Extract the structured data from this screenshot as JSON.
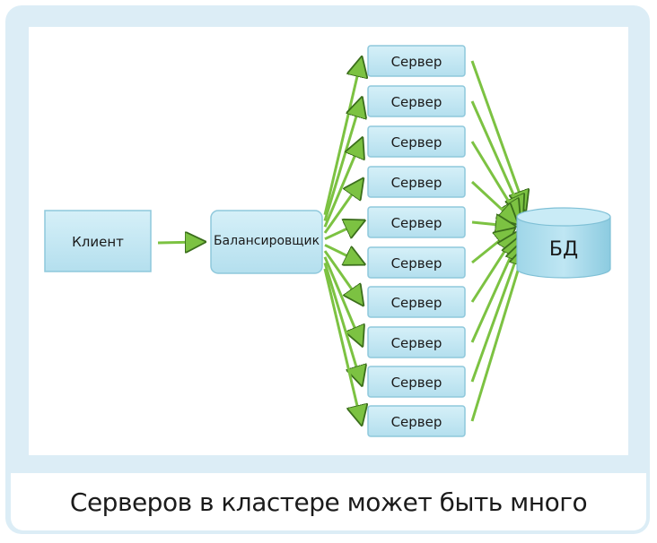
{
  "client_label": "Клиент",
  "balancer_label": "Балансировщик",
  "server_labels": [
    "Сервер",
    "Сервер",
    "Сервер",
    "Сервер",
    "Сервер",
    "Сервер",
    "Сервер",
    "Сервер",
    "Сервер",
    "Сервер"
  ],
  "db_label": "БД",
  "caption": "Серверов в кластере может быть много",
  "colors": {
    "frame": "#dcedf6",
    "box_fill": "#bfe3f0",
    "box_edge": "#8ec8dc",
    "arrow": "#7cc242",
    "db_fill": "#a6d9e9"
  }
}
